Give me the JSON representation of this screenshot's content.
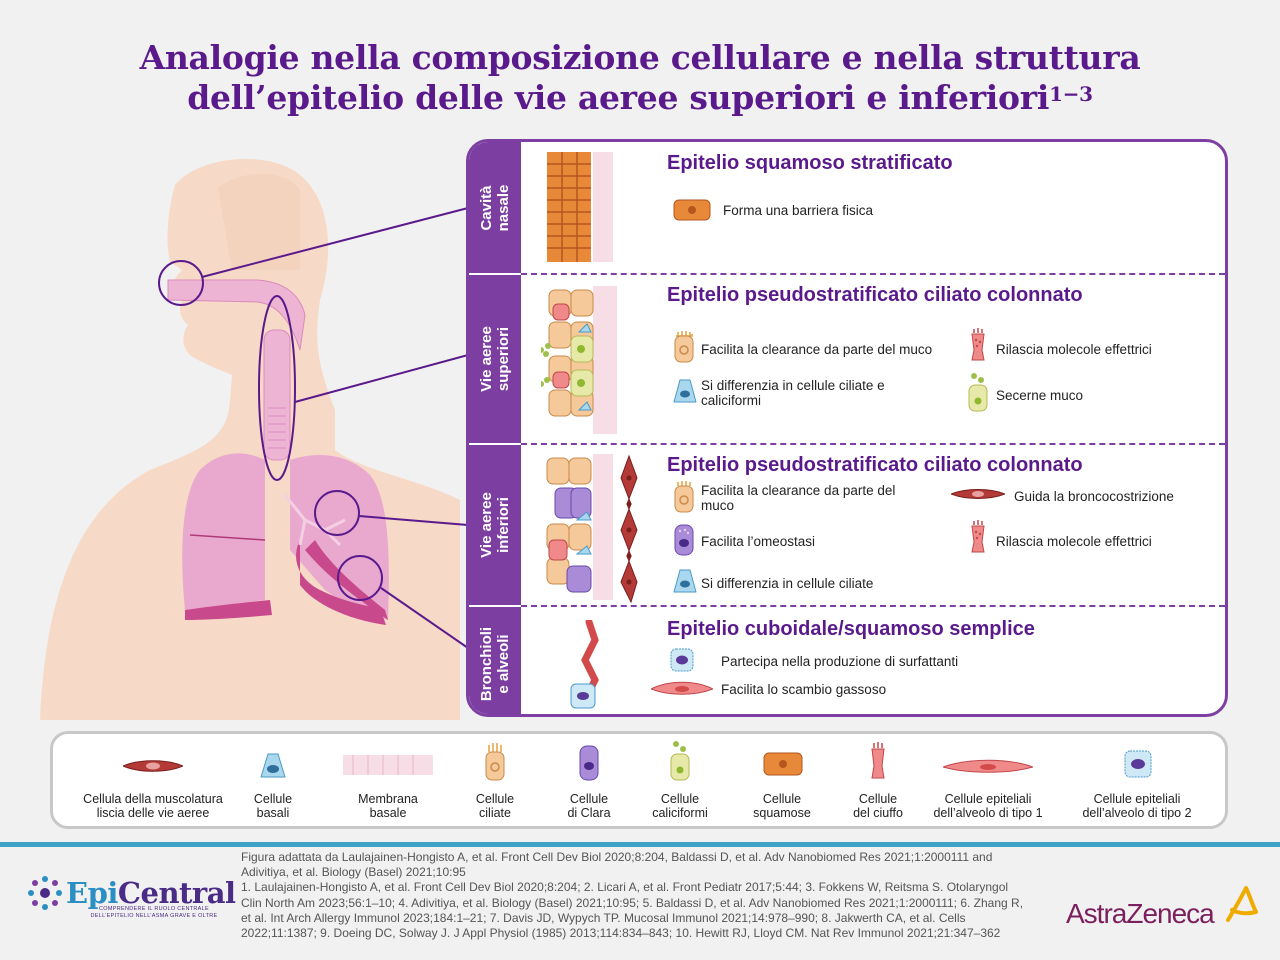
{
  "title": {
    "line1": "Analogie nella composizione cellulare e nella struttura",
    "line2": "dell’epitelio delle vie aeree superiori e inferiori",
    "sup": "1−3"
  },
  "sections": [
    {
      "tab": [
        "Cavità",
        "nasale"
      ],
      "heading": "Epitelio squamoso stratificato",
      "items": [
        "Forma una barriera fisica"
      ]
    },
    {
      "tab": [
        "Vie aeree",
        "superiori"
      ],
      "heading": "Epitelio pseudostratificato ciliato colonnato",
      "items": [
        "Facilita la clearance da parte del muco",
        "Si differenzia in cellule ciliate e caliciformi",
        "Rilascia molecole effettrici",
        "Secerne muco"
      ]
    },
    {
      "tab": [
        "Vie aeree",
        "inferiori"
      ],
      "heading": "Epitelio pseudostratificato ciliato colonnato",
      "items": [
        "Facilita la clearance da parte del muco",
        "Facilita l’omeostasi",
        "Si differenzia in cellule ciliate",
        "Guida la broncocostrizione",
        "Rilascia molecole effettrici"
      ]
    },
    {
      "tab": [
        "Bronchioli",
        "e alveoli"
      ],
      "heading": "Epitelio cuboidale/squamoso semplice",
      "items": [
        "Partecipa nella produzione di surfattanti",
        "Facilita lo scambio gassoso"
      ]
    }
  ],
  "legend": [
    [
      "Cellula della muscolatura",
      "liscia delle vie aeree"
    ],
    [
      "Cellule",
      "basali"
    ],
    [
      "Membrana",
      "basale"
    ],
    [
      "Cellule",
      "ciliate"
    ],
    [
      "Cellule",
      "di Clara"
    ],
    [
      "Cellule",
      "caliciformi"
    ],
    [
      "Cellule",
      "squamose"
    ],
    [
      "Cellule",
      "del ciuffo"
    ],
    [
      "Cellule epiteliali",
      "dell’alveolo di tipo 1"
    ],
    [
      "Cellule epiteliali",
      "dell’alveolo di tipo 2"
    ]
  ],
  "footer": {
    "fig": "Figura adattata da Laulajainen-Hongisto A, et al. Front Cell Dev Biol 2020;8:204, Baldassi D, et al. Adv Nanobiomed Res 2021;1:2000111 and Adivitiya, et al. Biology (Basel) 2021;10:95",
    "refs": "1. Laulajainen-Hongisto A, et al. Front Cell Dev Biol 2020;8:204; 2. Licari A, et al. Front Pediatr 2017;5:44; 3. Fokkens W, Reitsma S. Otolaryngol Clin North Am 2023;56:1–10; 4. Adivitiya, et al. Biology (Basel) 2021;10:95; 5. Baldassi D, et al. Adv Nanobiomed Res 2021;1:2000111; 6. Zhang R, et al. Int Arch Allergy Immunol 2023;184:1–21; 7. Davis JD, Wypych TP. Mucosal Immunol 2021;14:978–990; 8. Jakwerth CA, et al. Cells 2022;11:1387; 9. Doeing DC, Solway J. J Appl Physiol (1985) 2013;114:834–843; 10. Hewitt RJ, Lloyd CM. Nat Rev Immunol 2021;21:347–362"
  },
  "logos": {
    "epi_a": "Epi",
    "epi_b": "Central",
    "epi_tag": "COMPRENDERE IL RUOLO CENTRALE DELL’EPITELIO NELL’ASMA GRAVE E OLTRE",
    "astrazeneca": "AstraZeneca"
  },
  "colors": {
    "purple": "#7c3ea1",
    "title": "#5b1a8c",
    "skin": "#f6d9c6",
    "lung": "#e9a9cf",
    "divider": "#3fa3c8"
  }
}
